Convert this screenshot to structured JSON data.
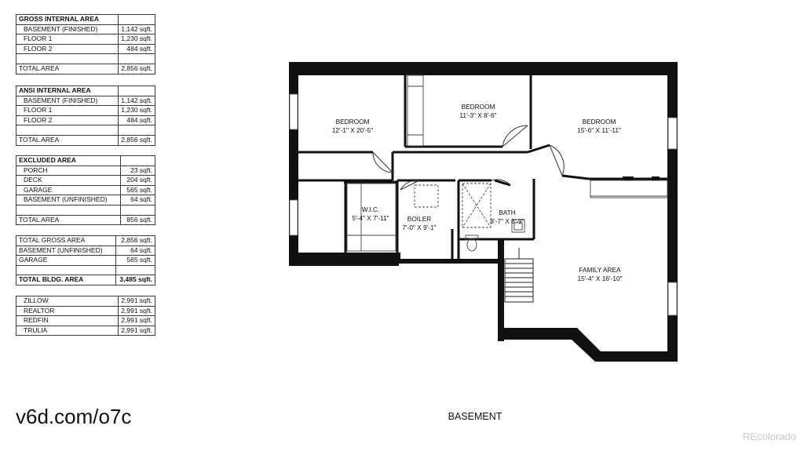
{
  "area_tables": [
    {
      "rows": [
        {
          "label": "GROSS INTERNAL AREA",
          "value": "",
          "style": "hdr"
        },
        {
          "label": "BASEMENT (FINISHED)",
          "value": "1,142 sqft.",
          "style": "indent"
        },
        {
          "label": "FLOOR 1",
          "value": "1,230 sqft.",
          "style": "indent"
        },
        {
          "label": "FLOOR 2",
          "value": "484 sqft.",
          "style": "indent"
        },
        {
          "label": "",
          "value": "",
          "style": ""
        },
        {
          "label": "TOTAL AREA",
          "value": "2,856 sqft.",
          "style": ""
        }
      ]
    },
    {
      "rows": [
        {
          "label": "ANSI INTERNAL AREA",
          "value": "",
          "style": "hdr"
        },
        {
          "label": "BASEMENT (FINISHED)",
          "value": "1,142 sqft.",
          "style": "indent"
        },
        {
          "label": "FLOOR 1",
          "value": "1,230 sqft.",
          "style": "indent"
        },
        {
          "label": "FLOOR 2",
          "value": "484 sqft.",
          "style": "indent"
        },
        {
          "label": "",
          "value": "",
          "style": ""
        },
        {
          "label": "TOTAL AREA",
          "value": "2,856 sqft.",
          "style": ""
        }
      ]
    },
    {
      "rows": [
        {
          "label": "EXCLUDED AREA",
          "value": "",
          "style": "hdr"
        },
        {
          "label": "PORCH",
          "value": "23 sqft.",
          "style": "indent"
        },
        {
          "label": "DECK",
          "value": "204 sqft.",
          "style": "indent"
        },
        {
          "label": "GARAGE",
          "value": "565 sqft.",
          "style": "indent"
        },
        {
          "label": "BASEMENT (UNFINISHED)",
          "value": "64 sqft.",
          "style": "indent"
        },
        {
          "label": "",
          "value": "",
          "style": ""
        },
        {
          "label": "TOTAL AREA",
          "value": "856 sqft.",
          "style": ""
        }
      ]
    },
    {
      "rows": [
        {
          "label": "TOTAL GROSS AREA",
          "value": "2,856 sqft.",
          "style": ""
        },
        {
          "label": "BASEMENT (UNFINISHED)",
          "value": "64 sqft.",
          "style": ""
        },
        {
          "label": "GARAGE",
          "value": "565 sqft.",
          "style": ""
        },
        {
          "label": "",
          "value": "",
          "style": ""
        },
        {
          "label": "TOTAL BLDG. AREA",
          "value": "3,485 sqft.",
          "style": "bold"
        }
      ]
    },
    {
      "rows": [
        {
          "label": "ZILLOW",
          "value": "2,991 sqft.",
          "style": "indent"
        },
        {
          "label": "REALTOR",
          "value": "2,991 sqft.",
          "style": "indent"
        },
        {
          "label": "REDFIN",
          "value": "2,991 sqft.",
          "style": "indent"
        },
        {
          "label": "TRULIA",
          "value": "2,991 sqft.",
          "style": "indent"
        }
      ]
    }
  ],
  "rooms": [
    {
      "name": "BEDROOM",
      "size": "12'-1\" X 20'-5\""
    },
    {
      "name": "BEDROOM",
      "size": "11'-3\" X 8'-6\""
    },
    {
      "name": "BEDROOM",
      "size": "15'-6\" X 11'-11\""
    },
    {
      "name": "W.I.C.",
      "size": "5'-4\" X 7'-11\""
    },
    {
      "name": "BOILER",
      "size": "7'-0\" X 9'-1\""
    },
    {
      "name": "BATH",
      "size": "8'-7\" X 8'-9\""
    },
    {
      "name": "FAMILY AREA",
      "size": "15'-4\" X 16'-10\""
    }
  ],
  "floor_label": "BASEMENT",
  "short_url": "v6d.com/o7c",
  "watermark": "REcolorado",
  "colors": {
    "wall": "#111111",
    "background": "#ffffff",
    "watermark": "#c9c9c9"
  }
}
